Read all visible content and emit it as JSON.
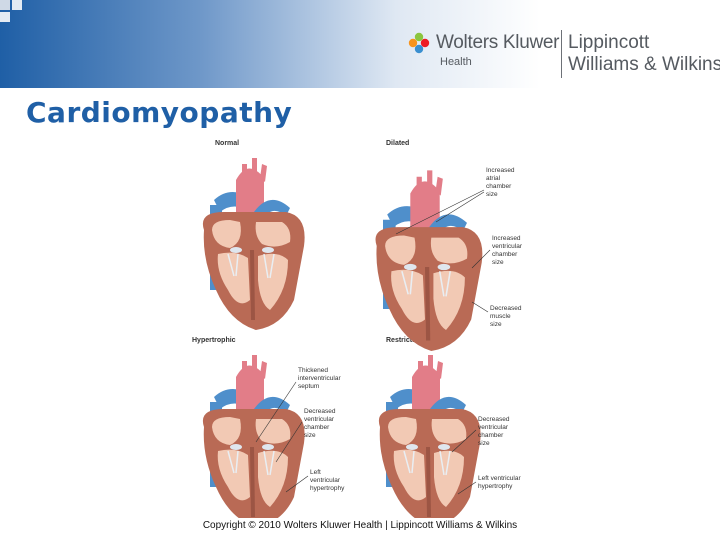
{
  "slide": {
    "title": "Cardiomyopathy",
    "copyright": "Copyright © 2010 Wolters Kluwer Health | Lippincott Williams & Wilkins"
  },
  "logo": {
    "company": "Wolters Kluwer",
    "division": "Health",
    "imprint_line1": "Lippincott",
    "imprint_line2": "Williams & Wilkins",
    "mark_colors": [
      "#8bc53f",
      "#ed1c24",
      "#3a8fd0",
      "#f7941d"
    ]
  },
  "figure": {
    "panels": [
      {
        "label": "Normal",
        "annotations": []
      },
      {
        "label": "Dilated",
        "annotations": [
          "Increased atrial chamber size",
          "Increased ventricular chamber size",
          "Decreased muscle size"
        ]
      },
      {
        "label": "Hypertrophic",
        "annotations": [
          "Thickened interventricular septum",
          "Decreased ventricular chamber size",
          "Left ventricular hypertrophy"
        ]
      },
      {
        "label": "Restrictive",
        "annotations": [
          "Decreased ventricular chamber size",
          "Left ventricular hypertrophy"
        ]
      }
    ]
  },
  "colors": {
    "title": "#1f5fa6",
    "aorta": "#e27d88",
    "vein": "#4f8fcb",
    "muscle": "#b96a55",
    "chamber": "#f2c9b4"
  }
}
